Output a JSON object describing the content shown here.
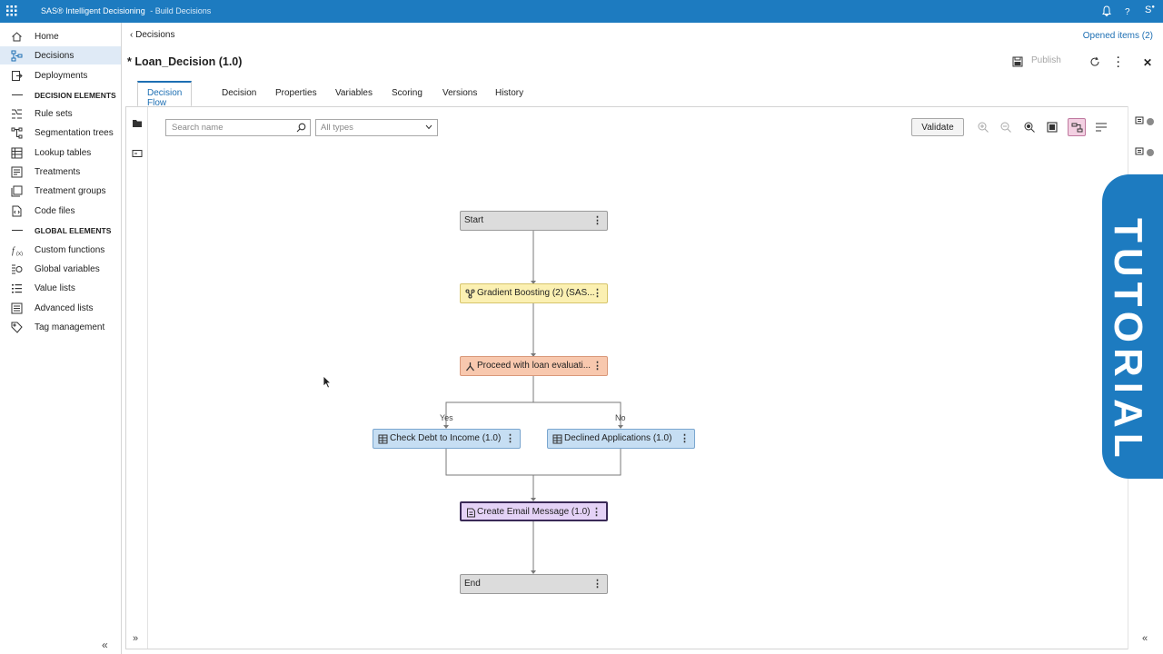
{
  "topbar": {
    "app_name": "SAS® Intelligent Decisioning",
    "app_section": "- Build Decisions",
    "user_initial": "S"
  },
  "sidebar": {
    "items": [
      {
        "label": "Home"
      },
      {
        "label": "Decisions"
      },
      {
        "label": "Deployments"
      },
      {
        "label": "DECISION ELEMENTS"
      },
      {
        "label": "Rule sets"
      },
      {
        "label": "Segmentation trees"
      },
      {
        "label": "Lookup tables"
      },
      {
        "label": "Treatments"
      },
      {
        "label": "Treatment groups"
      },
      {
        "label": "Code files"
      },
      {
        "label": "GLOBAL ELEMENTS"
      },
      {
        "label": "Custom functions"
      },
      {
        "label": "Global variables"
      },
      {
        "label": "Value lists"
      },
      {
        "label": "Advanced lists"
      },
      {
        "label": "Tag management"
      }
    ]
  },
  "header": {
    "breadcrumb": "Decisions",
    "opened_items": "Opened items (2)",
    "title": "* Loan_Decision (1.0)",
    "publish_label": "Publish"
  },
  "tabs": [
    {
      "label": "Decision Flow"
    },
    {
      "label": "Decision"
    },
    {
      "label": "Properties"
    },
    {
      "label": "Variables"
    },
    {
      "label": "Scoring"
    },
    {
      "label": "Versions"
    },
    {
      "label": "History"
    }
  ],
  "toolbar": {
    "search_placeholder": "Search name",
    "type_filter": "All types",
    "validate_label": "Validate"
  },
  "flow": {
    "start": "Start",
    "model": "Gradient Boosting (2) (SAS...",
    "branch": "Proceed with loan evaluati...",
    "yes_label": "Yes",
    "no_label": "No",
    "yes_node": "Check Debt to Income (1.0)",
    "no_node": "Declined Applications (1.0)",
    "email_node": "Create Email Message (1.0)",
    "end": "End"
  },
  "overlay": {
    "tutorial": "TUTORIAL"
  },
  "colors": {
    "brand": "#1d7bc0",
    "model_node": "#fbf0b2",
    "branch_node": "#f8c8ae",
    "ruleset_node": "#c6def3",
    "code_node": "#e4d2f6"
  }
}
